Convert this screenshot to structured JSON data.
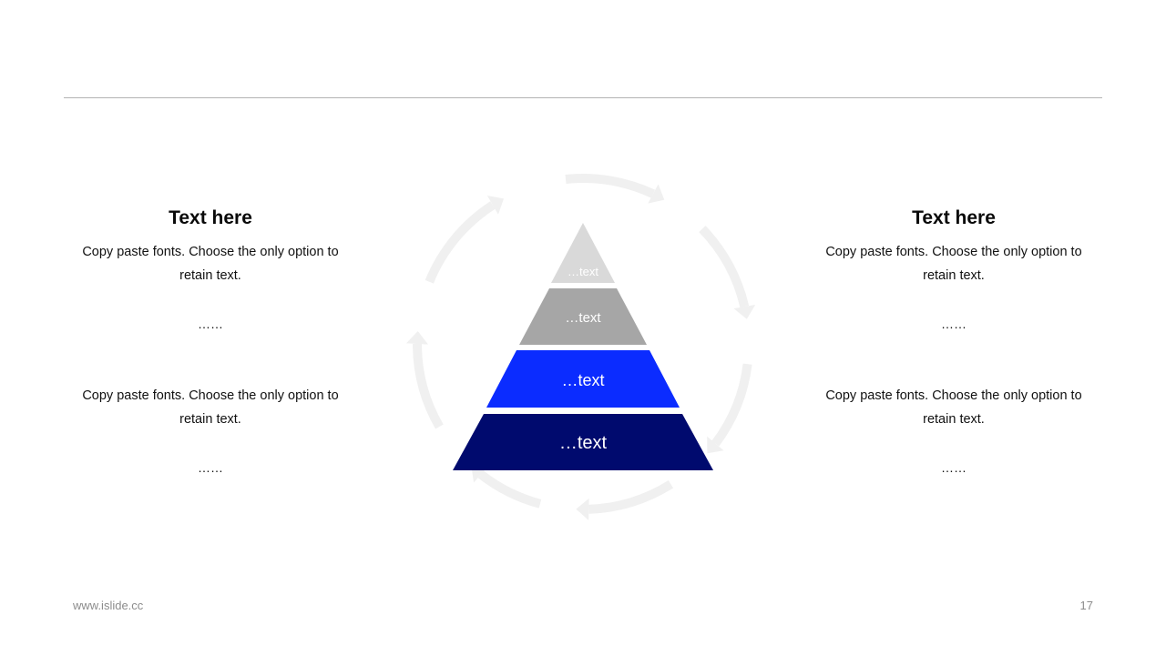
{
  "left": {
    "title": "Text here",
    "para1": "Copy paste fonts. Choose the only option to retain text.",
    "ellipsis1": "……",
    "para2": "Copy paste fonts. Choose the only option to retain text.",
    "ellipsis2": "……"
  },
  "right": {
    "title": "Text here",
    "para1": "Copy paste fonts. Choose the only option to retain text.",
    "ellipsis1": "……",
    "para2": "Copy paste fonts. Choose the only option to retain text.",
    "ellipsis2": "……"
  },
  "pyramid": {
    "levels": [
      {
        "label": "…text",
        "color": "#d9d9d9"
      },
      {
        "label": "…text",
        "color": "#a6a6a6"
      },
      {
        "label": "…text",
        "color": "#0b2cff"
      },
      {
        "label": "…text",
        "color": "#000a6e"
      }
    ],
    "cycle_arrow_color": "#f0f0f0"
  },
  "footer": {
    "url": "www.islide.cc",
    "page_number": "17"
  }
}
